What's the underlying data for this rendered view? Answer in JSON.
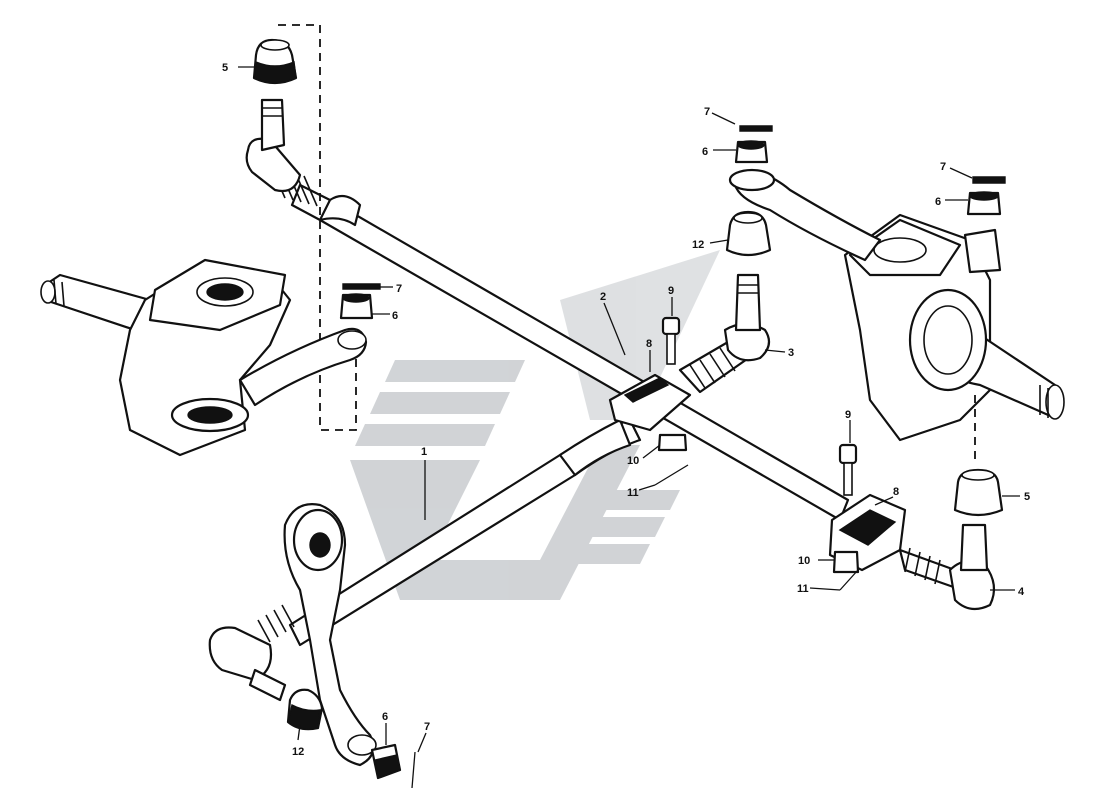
{
  "diagram": {
    "callouts": {
      "c1": "1",
      "c2": "2",
      "c3": "3",
      "c4": "4",
      "c5_top": "5",
      "c5_right": "5",
      "c6_top_right": "6",
      "c6_right": "6",
      "c6_left": "6",
      "c6_bottom": "6",
      "c7_top_right": "7",
      "c7_right": "7",
      "c7_left": "7",
      "c7_bottom": "7",
      "c8_center": "8",
      "c8_right": "8",
      "c9_center": "9",
      "c9_right": "9",
      "c10_center": "10",
      "c10_right": "10",
      "c11_center": "11",
      "c11_right": "11",
      "c12_top": "12",
      "c12_bottom": "12"
    },
    "watermark_color": "#9aa0a6"
  }
}
